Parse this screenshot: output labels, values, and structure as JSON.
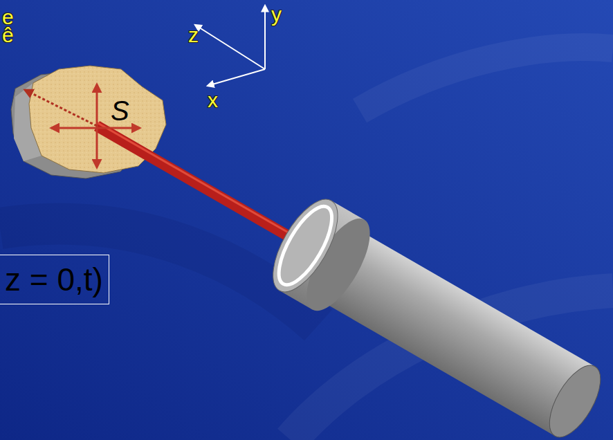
{
  "diagram": {
    "nodes": [
      {
        "text": [
          "z = 0,t)"
        ]
      }
    ],
    "labels": [
      "e",
      "ê",
      "S",
      "z",
      "y",
      "x"
    ]
  }
}
